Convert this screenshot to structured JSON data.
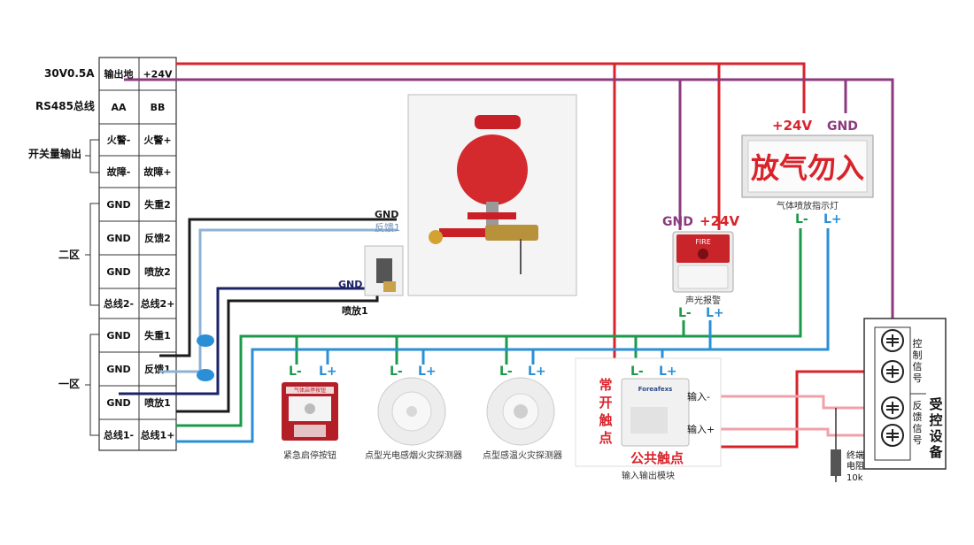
{
  "terminal_block": {
    "power_label": "30V0.5A",
    "rs485_label": "RS485总线",
    "switch_output_label": "开关量输出",
    "zone2_label": "二区",
    "zone1_label": "一区",
    "rows": [
      {
        "left": "输出地",
        "right": "+24V"
      },
      {
        "left": "AA",
        "right": "BB"
      },
      {
        "left": "火警-",
        "right": "火警+"
      },
      {
        "left": "故障-",
        "right": "故障+"
      },
      {
        "left": "GND",
        "right": "失重2"
      },
      {
        "left": "GND",
        "right": "反馈2"
      },
      {
        "left": "GND",
        "right": "喷放2"
      },
      {
        "left": "总线2-",
        "right": "总线2+"
      },
      {
        "left": "GND",
        "right": "失重1"
      },
      {
        "left": "GND",
        "right": "反馈1"
      },
      {
        "left": "GND",
        "right": "喷放1"
      },
      {
        "left": "总线1-",
        "right": "总线1+"
      }
    ]
  },
  "extinguisher": {
    "gnd_label": "GND",
    "feedback_label": "反馈1",
    "valve_gnd_label": "GND",
    "valve_label": "喷放1"
  },
  "sign": {
    "text": "放气勿入",
    "plus24_label": "+24V",
    "gnd_label": "GND",
    "caption": "气体喷放指示灯",
    "l_minus": "L-",
    "l_plus": "L+"
  },
  "alarm": {
    "gnd_label": "GND",
    "plus24_label": "+24V",
    "fire_text": "FIRE",
    "caption": "声光报警",
    "l_minus": "L-",
    "l_plus": "L+"
  },
  "devices": [
    {
      "caption": "紧急启停按钮",
      "inner_text": "气体启停按钮",
      "l_minus": "L-",
      "l_plus": "L+"
    },
    {
      "caption": "点型光电感烟火灾探测器",
      "l_minus": "L-",
      "l_plus": "L+"
    },
    {
      "caption": "点型感温火灾探测器",
      "l_minus": "L-",
      "l_plus": "L+"
    }
  ],
  "module": {
    "caption": "输入输出模块",
    "no_contact": "常开触点",
    "common_contact": "公共触点",
    "input_minus": "输入-",
    "input_plus": "输入+",
    "brand": "Foreafexs",
    "l_minus": "L-",
    "l_plus": "L+"
  },
  "controlled_device": {
    "title": "受控设备",
    "control_signal": "控制信号",
    "feedback_signal": "反馈信号",
    "terminal_resistor_label": "终端",
    "terminal_resistor_label2": "电阻",
    "terminal_resistor_value": "10k"
  },
  "colors": {
    "red": "#d9232a",
    "purple": "#8b3a7e",
    "green": "#1a9a4a",
    "blue": "#2a8fd6",
    "navy": "#1b2266",
    "black": "#1a1a1a",
    "lightblue": "#8fb2d4",
    "pink": "#f2a0a8"
  }
}
